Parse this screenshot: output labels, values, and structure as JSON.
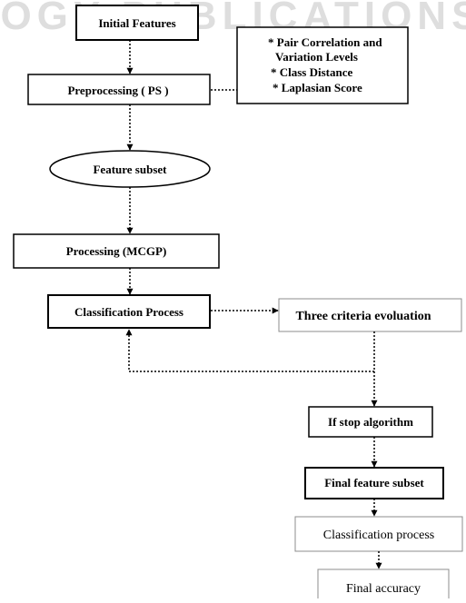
{
  "watermark": {
    "text": "LOGY PUBLICATIONS",
    "color": "#dedede"
  },
  "nodes": {
    "initial_features": "Initial Features",
    "preprocessing": "Preprocessing ( PS )",
    "feature_subset": "Feature subset",
    "processing": "Processing (MCGP)",
    "classification_process": "Classification Process",
    "three_criteria": "Three criteria evoluation",
    "if_stop": "If stop algorithm",
    "final_subset": "Final feature subset",
    "classification_process_2": "Classification process",
    "final_accuracy": "Final accuracy"
  },
  "criteria_list": [
    "* Pair Correlation and",
    "Variation Levels",
    "* Class Distance",
    "* Laplasian Score"
  ],
  "colors": {
    "stroke": "#000000",
    "light_stroke": "#8c8c8c",
    "text": "#000000"
  }
}
